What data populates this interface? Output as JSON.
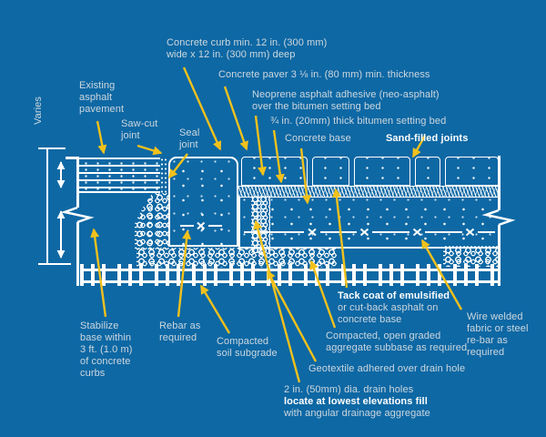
{
  "diagram_title": "Concrete curb and paver cross-section detail",
  "colors": {
    "background": "#0e68a4",
    "linework": "#ffffff",
    "leader_arrows": "#f2c11c",
    "label_text": "#cdd7de",
    "label_text_bold": "#ffffff"
  },
  "labels": {
    "varies": "Varies",
    "existing_asphalt": "Existing\nasphalt\npavement",
    "saw_cut_joint": "Saw-cut\njoint",
    "seal_joint": "Seal\njoint",
    "concrete_curb": "Concrete curb min. 12 in. (300 mm)\nwide x 12 in. (300 mm) deep",
    "concrete_paver": "Concrete paver 3 ⅛ in. (80 mm) min. thickness",
    "neoprene": "Neoprene asphalt adhesive (neo-asphalt)\nover the bitumen setting bed",
    "bitumen_bed": "¾ in. (20mm) thick bitumen setting bed",
    "concrete_base": "Concrete base",
    "sand_filled_joints": "Sand-filled joints",
    "stabilize": "Stabilize\nbase within\n3 ft. (1.0 m)\nof concrete\ncurbs",
    "rebar": "Rebar as\nrequired",
    "soil_subgrade": "Compacted\nsoil subgrade",
    "geotextile": "Geotextile adhered over drain hole",
    "drain_line1": "2 in. (50mm) dia. drain holes",
    "drain_line2": "locate at lowest elevations fill",
    "drain_line3": "with angular drainage aggregate",
    "aggregate_subbase": "Compacted, open graded\naggregate subbase as required",
    "tack_line1": "Tack coat of emulsified",
    "tack_line23": "or cut-back asphalt on\nconcrete base",
    "wire_fabric": "Wire welded\nfabric or steel\nre-bar as\nrequired"
  }
}
